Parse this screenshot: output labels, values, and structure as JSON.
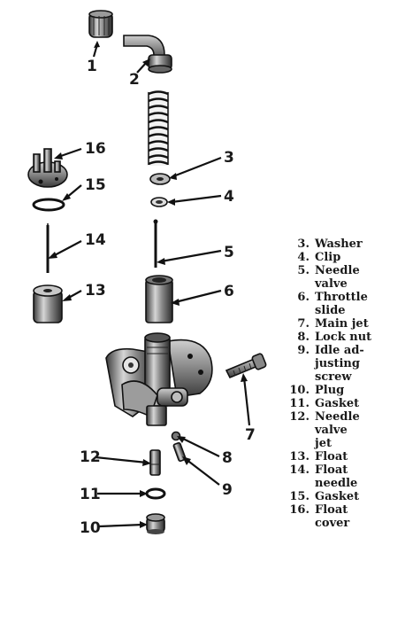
{
  "callouts": [
    "1",
    "2",
    "3",
    "4",
    "5",
    "6",
    "7",
    "8",
    "9",
    "10",
    "11",
    "12",
    "13",
    "14",
    "15",
    "16"
  ],
  "legend": [
    {
      "num": "3.",
      "text": "Washer"
    },
    {
      "num": "4.",
      "text": "Clip"
    },
    {
      "num": "5.",
      "text": "Needle\nvalve"
    },
    {
      "num": "6.",
      "text": "Throttle\nslide"
    },
    {
      "num": "7.",
      "text": "Main jet"
    },
    {
      "num": "8.",
      "text": "Lock nut"
    },
    {
      "num": "9.",
      "text": "Idle ad-\njusting\nscrew"
    },
    {
      "num": "10.",
      "text": "Plug"
    },
    {
      "num": "11.",
      "text": "Gasket"
    },
    {
      "num": "12.",
      "text": "Needle\nvalve\njet"
    },
    {
      "num": "13.",
      "text": "Float"
    },
    {
      "num": "14.",
      "text": "Float\nneedle"
    },
    {
      "num": "15.",
      "text": "Gasket"
    },
    {
      "num": "16.",
      "text": "Float\ncover"
    }
  ]
}
